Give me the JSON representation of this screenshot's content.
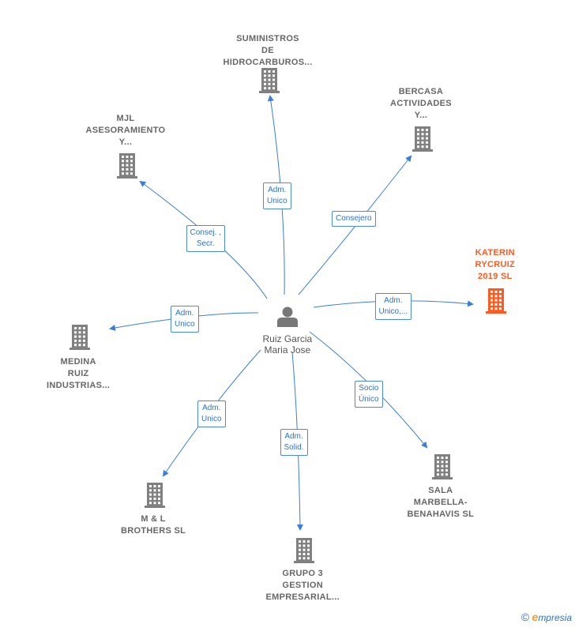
{
  "center": {
    "name": "Ruiz Garcia\nMaria Jose",
    "icon": "person-icon"
  },
  "nodes": [
    {
      "id": "suministros",
      "label": "SUMINISTROS\nDE\nHIDROCARBUROS...",
      "icon": "building-icon",
      "highlight": false
    },
    {
      "id": "bercasa",
      "label": "BERCASA\nACTIVIDADES\nY...",
      "icon": "building-icon",
      "highlight": false
    },
    {
      "id": "mjl",
      "label": "MJL\nASESORAMIENTO\nY...",
      "icon": "building-icon",
      "highlight": false
    },
    {
      "id": "katerin",
      "label": "KATERIN\nRYCRUIZ\n2019  SL",
      "icon": "building-icon",
      "highlight": true
    },
    {
      "id": "medina",
      "label": "MEDINA\nRUIZ\nINDUSTRIAS...",
      "icon": "building-icon",
      "highlight": false
    },
    {
      "id": "sala",
      "label": "SALA\nMARBELLA-\nBENAHAVIS  SL",
      "icon": "building-icon",
      "highlight": false
    },
    {
      "id": "ml",
      "label": "M & L\nBROTHERS  SL",
      "icon": "building-icon",
      "highlight": false
    },
    {
      "id": "grupo3",
      "label": "GRUPO 3\nGESTION\nEMPRESARIAL...",
      "icon": "building-icon",
      "highlight": false
    }
  ],
  "edges": [
    {
      "to": "suministros",
      "label": "Adm.\nUnico"
    },
    {
      "to": "bercasa",
      "label": "Consejero"
    },
    {
      "to": "mjl",
      "label": "Consej. ,\nSecr."
    },
    {
      "to": "katerin",
      "label": "Adm.\nUnico,..."
    },
    {
      "to": "medina",
      "label": "Adm.\nUnico"
    },
    {
      "to": "sala",
      "label": "Socio\nÚnico"
    },
    {
      "to": "ml",
      "label": "Adm.\nUnico"
    },
    {
      "to": "grupo3",
      "label": "Adm.\nSolid."
    }
  ],
  "colors": {
    "edge": "#3a7fd5",
    "building": "#808080",
    "building_highlight": "#ff5a1f",
    "person": "#777777"
  },
  "footer": {
    "copyright": "©",
    "brand_first": "e",
    "brand_rest": "mpresia"
  }
}
